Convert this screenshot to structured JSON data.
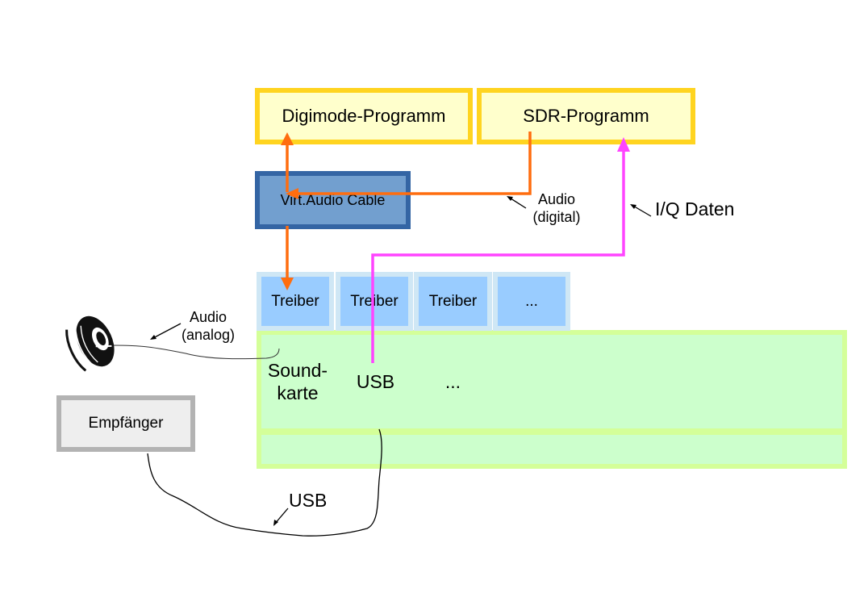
{
  "programs": {
    "digimode": "Digimode-Programm",
    "sdr": "SDR-Programm"
  },
  "virtual_audio_cable": "Virt.Audio Cable",
  "drivers": [
    "Treiber",
    "Treiber",
    "Treiber",
    "..."
  ],
  "hardware_slots": {
    "soundcard_line1": "Sound-",
    "soundcard_line2": "karte",
    "usb": "USB",
    "other": "..."
  },
  "receiver": "Empfänger",
  "labels": {
    "audio_digital_line1": "Audio",
    "audio_digital_line2": "(digital)",
    "iq_data": "I/Q Daten",
    "audio_analog_line1": "Audio",
    "audio_analog_line2": "(analog)",
    "usb_cable": "USB"
  },
  "icons": {
    "speaker": "speaker-icon"
  },
  "colors": {
    "program_fill": "#ffffcc",
    "program_border": "#ffd420",
    "vac_fill": "#729fcf",
    "vac_border": "#3465a4",
    "driver_fill": "#99ccff",
    "driver_border": "#cfe7f5",
    "hardware_fill": "#ccffcc",
    "hardware_border": "#d4ff99",
    "receiver_fill": "#eeeeee",
    "receiver_border": "#b3b3b3",
    "audio_arrow": "#ff6d0f",
    "iq_arrow": "#ff44ff"
  }
}
